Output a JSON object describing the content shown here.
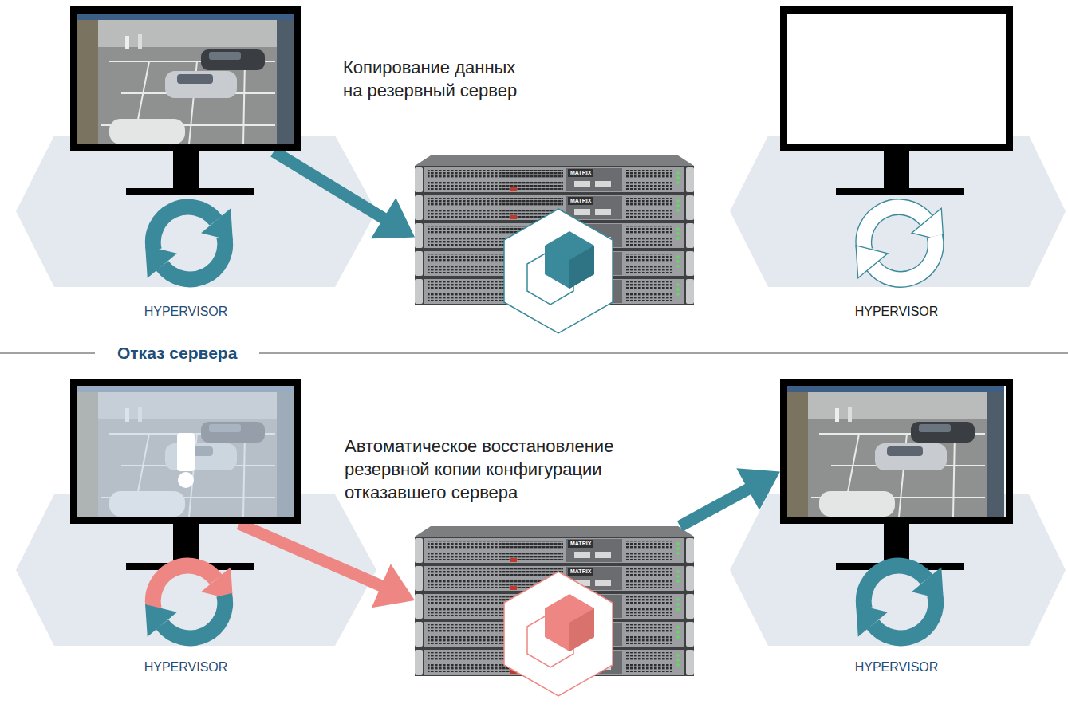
{
  "diagram": {
    "nodes": [
      {
        "text": [
          "HYPERVISOR"
        ]
      },
      {
        "text": [
          "Копирование данных на резервный сервер"
        ]
      },
      {
        "text": [
          "HYPERVISOR"
        ]
      },
      {
        "text": [
          "HYPERVISOR"
        ]
      },
      {
        "text": [
          "Автоматическое восстановление резервной копии конфигурации отказавшего сервера"
        ]
      },
      {
        "text": [
          "HYPERVISOR"
        ]
      }
    ],
    "edges": [
      {
        "from": 0,
        "to": 1,
        "arrow": "to"
      },
      {
        "from": 3,
        "to": 4,
        "arrow": "to"
      },
      {
        "from": 4,
        "to": 5,
        "arrow": "to"
      }
    ],
    "labels": [
      "Отказ сервера",
      "MATRIX",
      "MATRIX",
      "MATRIX",
      "MATRIX"
    ]
  }
}
